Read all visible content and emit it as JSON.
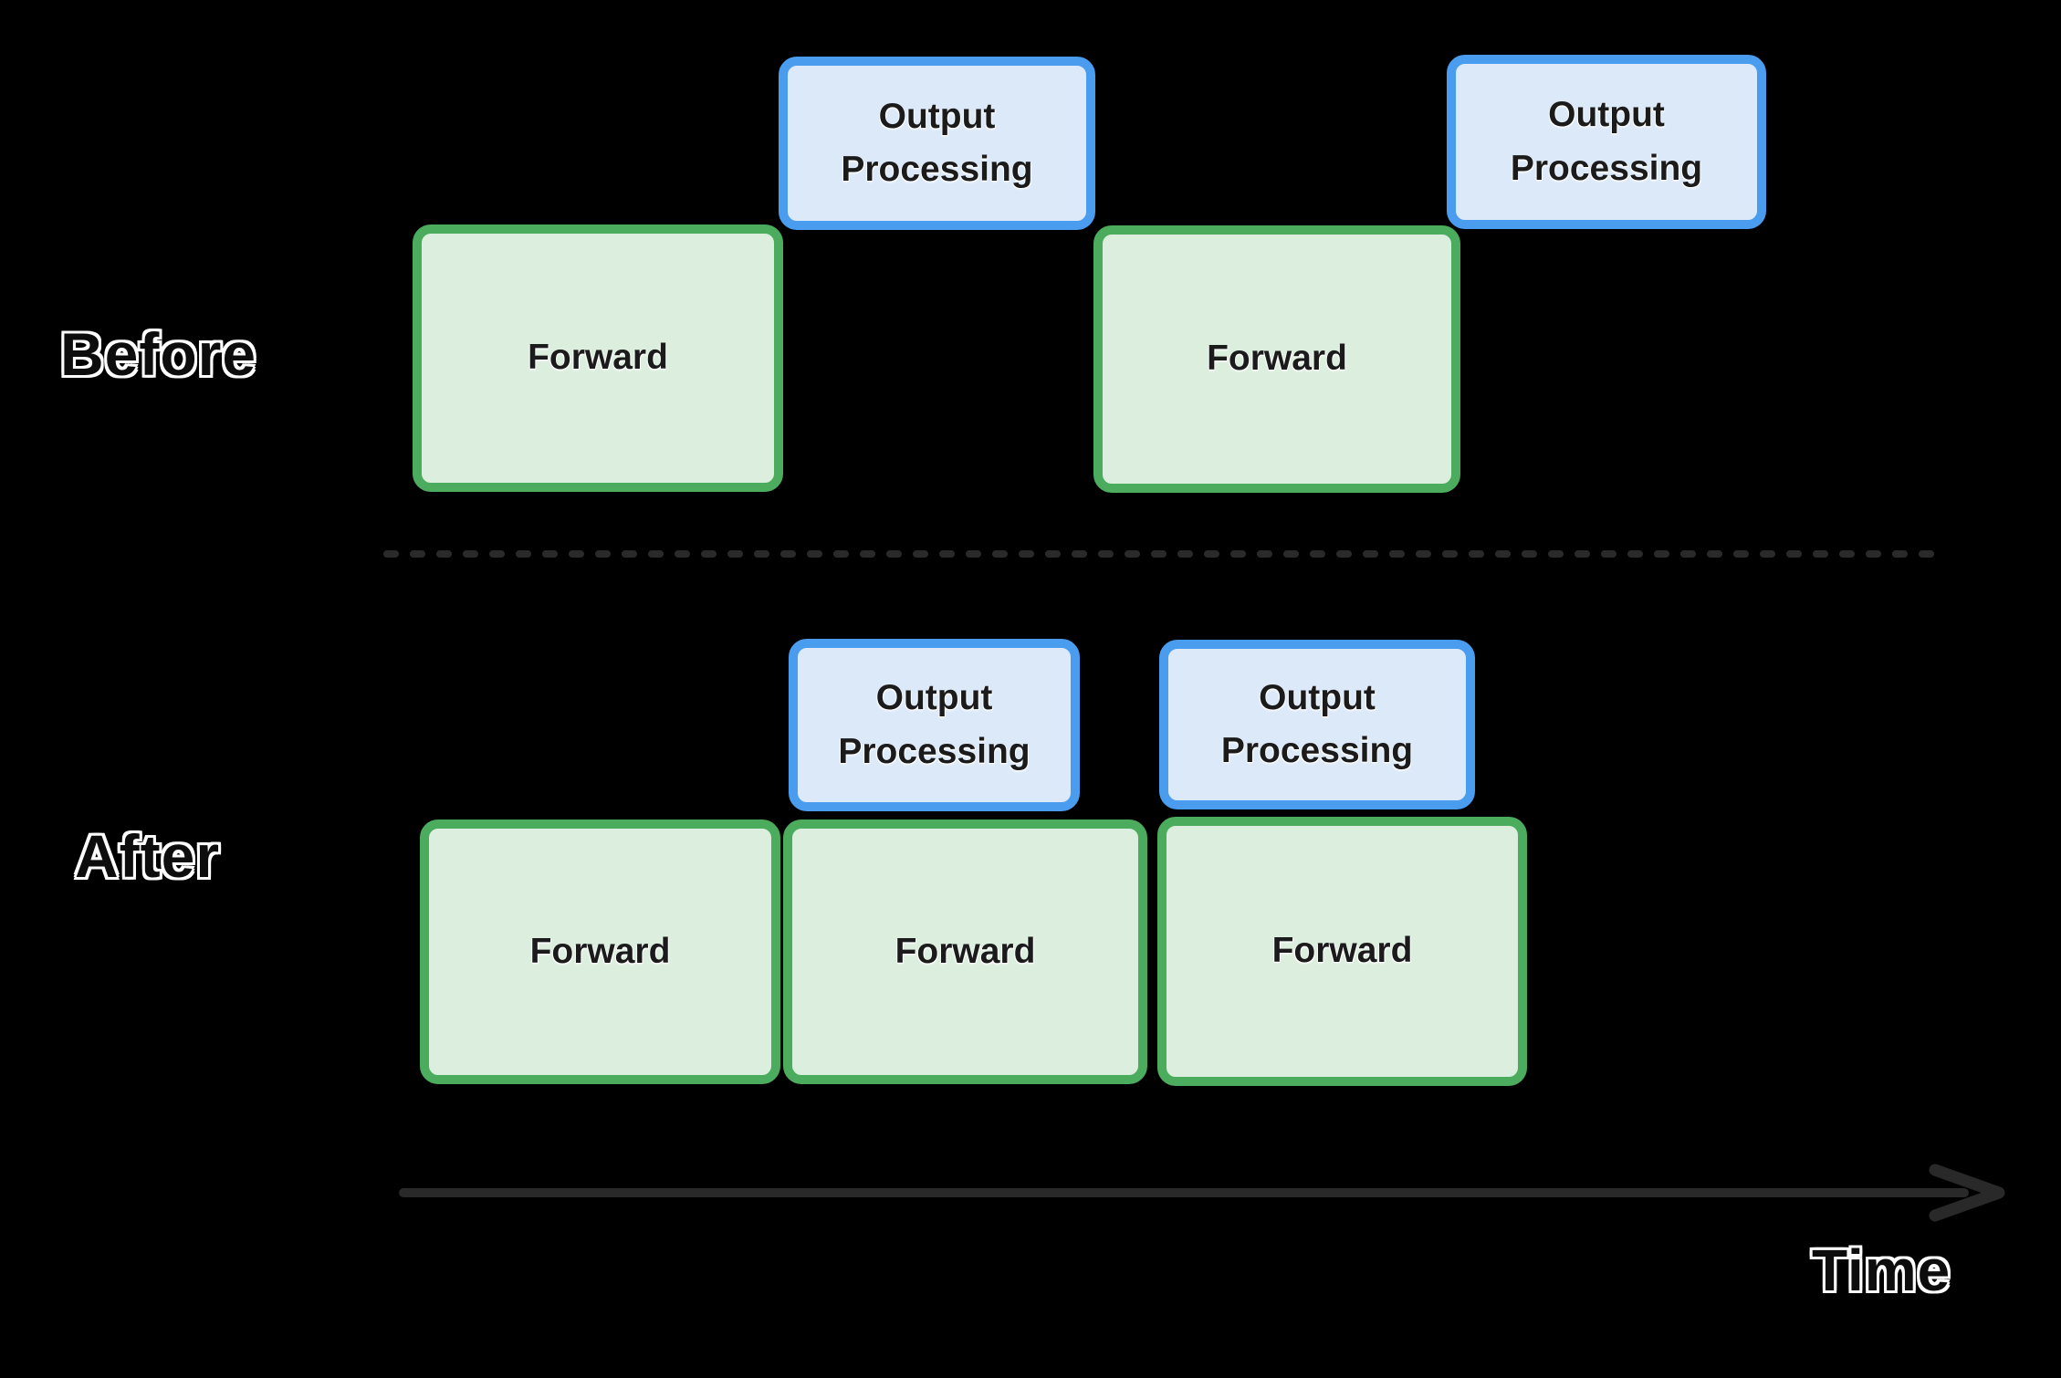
{
  "rows": [
    {
      "name": "before",
      "label": "Before",
      "boxes": [
        {
          "type": "forward",
          "label": "Forward"
        },
        {
          "type": "output",
          "label": "Output Processing"
        },
        {
          "type": "forward",
          "label": "Forward"
        },
        {
          "type": "output",
          "label": "Output Processing"
        }
      ]
    },
    {
      "name": "after",
      "label": "After",
      "boxes": [
        {
          "type": "output",
          "label": "Output Processing"
        },
        {
          "type": "output",
          "label": "Output Processing"
        },
        {
          "type": "forward",
          "label": "Forward"
        },
        {
          "type": "forward",
          "label": "Forward"
        },
        {
          "type": "forward",
          "label": "Forward"
        }
      ]
    }
  ],
  "axis": {
    "label": "Time"
  },
  "colors": {
    "background": "#000000",
    "forward_fill": "#dceede",
    "forward_border": "#4cac5e",
    "output_fill": "#dce9f8",
    "output_border": "#4a9cee",
    "box_text": "#1b1b1b",
    "divider": "#2a2a2a",
    "axis_arrow": "#292929",
    "label_text": "#0d0d0d",
    "label_outline": "#ffffff"
  }
}
